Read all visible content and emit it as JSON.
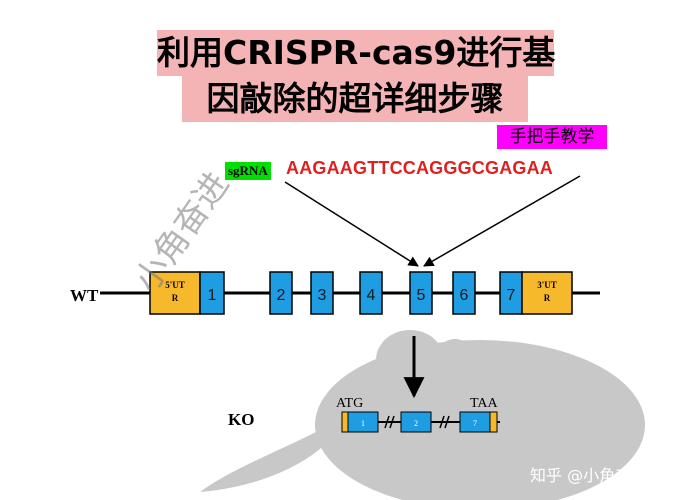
{
  "title": {
    "line1": "利用CRISPR-cas9进行基",
    "line2": "因敲除的超详细步骤"
  },
  "tutorial_tag": "手把手教学",
  "sgrna": {
    "label": "sgRNA",
    "sequence": "AAGAAGTTCCAGGGCGAGAA"
  },
  "wt": {
    "label": "WT",
    "utr5": "5'UT\nR",
    "utr3": "3'UT\nR",
    "exons": [
      "1",
      "2",
      "3",
      "4",
      "5",
      "6",
      "7"
    ]
  },
  "ko": {
    "label": "KO",
    "start_codon": "ATG",
    "stop_codon": "TAA",
    "exons": [
      "1",
      "2",
      "7"
    ]
  },
  "watermark": "小角奋进",
  "credit": "知乎 @小角奋进",
  "colors": {
    "title_bg": "#f4b3b5",
    "tag_bg": "#ff00ff",
    "sgrna_bg": "#00e000",
    "sequence": "#e0201f",
    "exon": "#1e9de3",
    "utr": "#f7b92c"
  }
}
